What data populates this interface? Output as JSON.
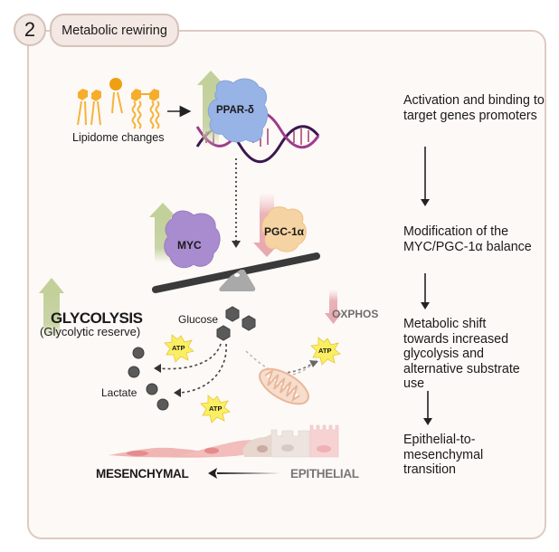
{
  "header": {
    "panel_number": "2",
    "title": "Metabolic rewiring"
  },
  "diagram": {
    "lipidome_label": "Lipidome changes",
    "ppar_label": "PPAR-δ",
    "myc_label": "MYC",
    "pgc_label": "PGC-1α",
    "glycolysis_label": "GLYCOLYSIS",
    "glycolytic_reserve_label": "(Glycolytic reserve)",
    "glucose_label": "Glucose",
    "lactate_label": "Lactate",
    "oxphos_label": "OXPHOS",
    "atp_label": "ATP",
    "mesenchymal_label": "MESENCHYMAL",
    "epithelial_label": "EPITHELIAL"
  },
  "steps": [
    {
      "text": "Activation and binding to target genes promoters"
    },
    {
      "text": "Modification of the MYC/PGC-1α balance"
    },
    {
      "text": "Metabolic shift towards increased glycolysis and alternative substrate use"
    },
    {
      "text": "Epithelial-to-mesenchymal transition"
    }
  ],
  "colors": {
    "frame_border": "#dccbc3",
    "frame_bg": "#fdf9f6",
    "up_arrow": "#c6d3a0",
    "down_arrow": "#e9b7bd",
    "ppar": "#98b3e6",
    "myc": "#a98bcf",
    "pgc": "#f6d3a2",
    "lipid": "#f5a623",
    "atp": "#fbee62"
  }
}
